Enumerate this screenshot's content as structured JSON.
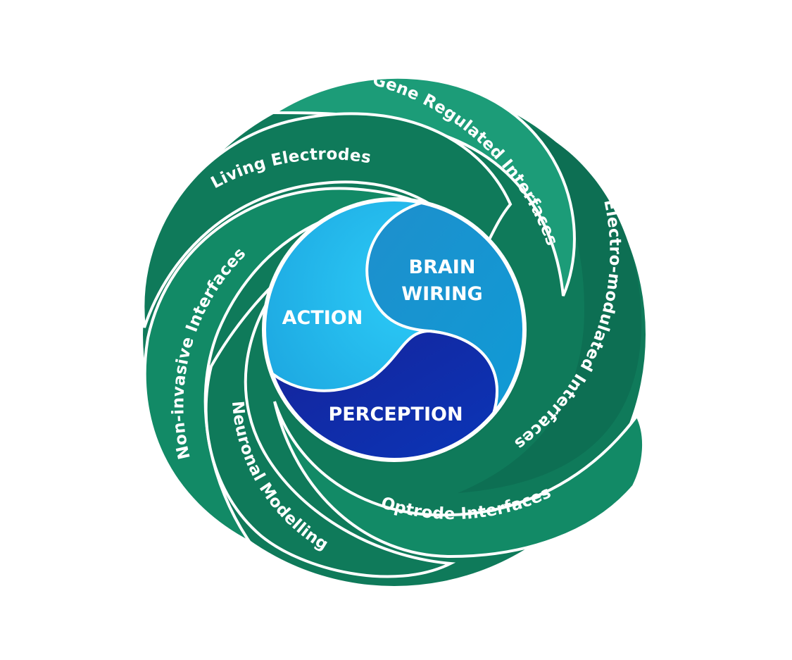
{
  "colors": {
    "green_dark": "#0f7a5a",
    "green_mid": "#128a66",
    "green_light": "#1c9c78",
    "white": "#ffffff",
    "core_light": "#24bfed",
    "core_mid": "#1795cf",
    "core_deep": "#0f2fa0"
  },
  "arcs": [
    {
      "label": "Gene Regulated Interfaces"
    },
    {
      "label": "Electro-modulated Interfaces"
    },
    {
      "label": "Optrode Interfaces"
    },
    {
      "label": "Neuronal Modelling"
    },
    {
      "label": "Non-invasive Interfaces"
    },
    {
      "label": "Living Electrodes"
    }
  ],
  "core": {
    "action": "ACTION",
    "brain_line1": "BRAIN",
    "brain_line2": "WIRING",
    "perception": "PERCEPTION"
  }
}
